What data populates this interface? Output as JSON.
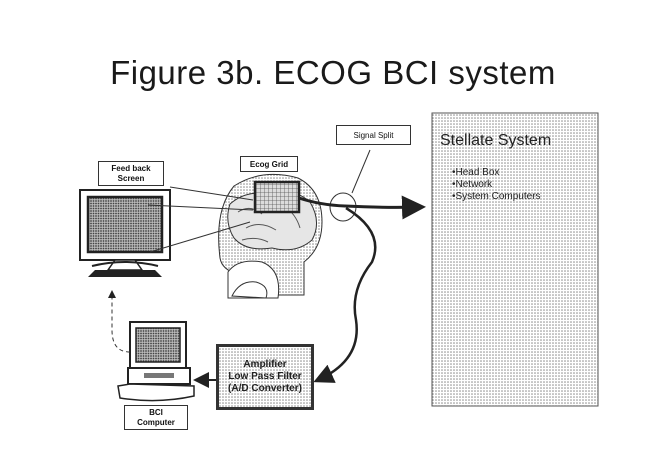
{
  "title": "Figure 3b. ECOG BCI system",
  "labels": {
    "feedback_line1": "Feed back",
    "feedback_line2": "Screen",
    "ecog": "Ecog Grid",
    "signal_split": "Signal Split",
    "bci_line1": "BCI",
    "bci_line2": "Computer"
  },
  "amplifier": {
    "lines": [
      "Amplifier",
      "Low Pass Filter",
      "(A/D Converter)"
    ]
  },
  "stellate": {
    "title": "Stellate System",
    "items": [
      "•Head Box",
      "•Network",
      "•System Computers"
    ]
  },
  "icons": [
    "monitor-icon",
    "brain-head-icon",
    "computer-icon"
  ],
  "colors": {
    "ink": "#1a1a1a",
    "halftone": "#9a9a9a",
    "paper": "#ffffff"
  }
}
